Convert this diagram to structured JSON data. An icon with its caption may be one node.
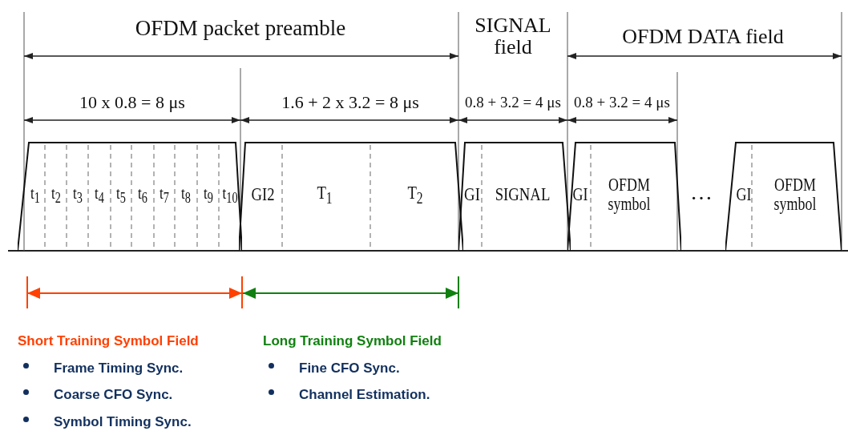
{
  "diagram": {
    "nodes": [
      {
        "text": [
          "t$_{1}$",
          "t$_{2}$",
          "t$_{3}$",
          "t$_{4}$",
          "t$_{5}$",
          "t$_{6}$",
          "t$_{7}$",
          "t$_{8}$",
          "t$_{9}$",
          "t$_{10}$"
        ]
      },
      {
        "text": [
          "GI2",
          "T$_{1}$",
          "T$_{2}$"
        ]
      },
      {
        "text": [
          "GI",
          "SIGNAL"
        ]
      },
      {
        "text": [
          "GI",
          "OFDM symbol"
        ]
      },
      {
        "text": [
          "GI",
          "OFDM symbol"
        ]
      }
    ],
    "labels": [
      "OFDM packet preamble",
      "SIGNAL field",
      "OFDM DATA field",
      "10 x 0.8 = 8 μs",
      "1.6 + 2 x 3.2 = 8 μs",
      "0.8 + 3.2 = 4 μs",
      "0.8 + 3.2 = 4 μs",
      "…",
      "Short Training Symbol Field",
      "Long Training Symbol Field",
      "Frame Timing Sync.",
      "Fine CFO Sync.",
      "Coarse CFO Sync.",
      "Channel Estimation.",
      "Symbol Timing Sync."
    ]
  }
}
